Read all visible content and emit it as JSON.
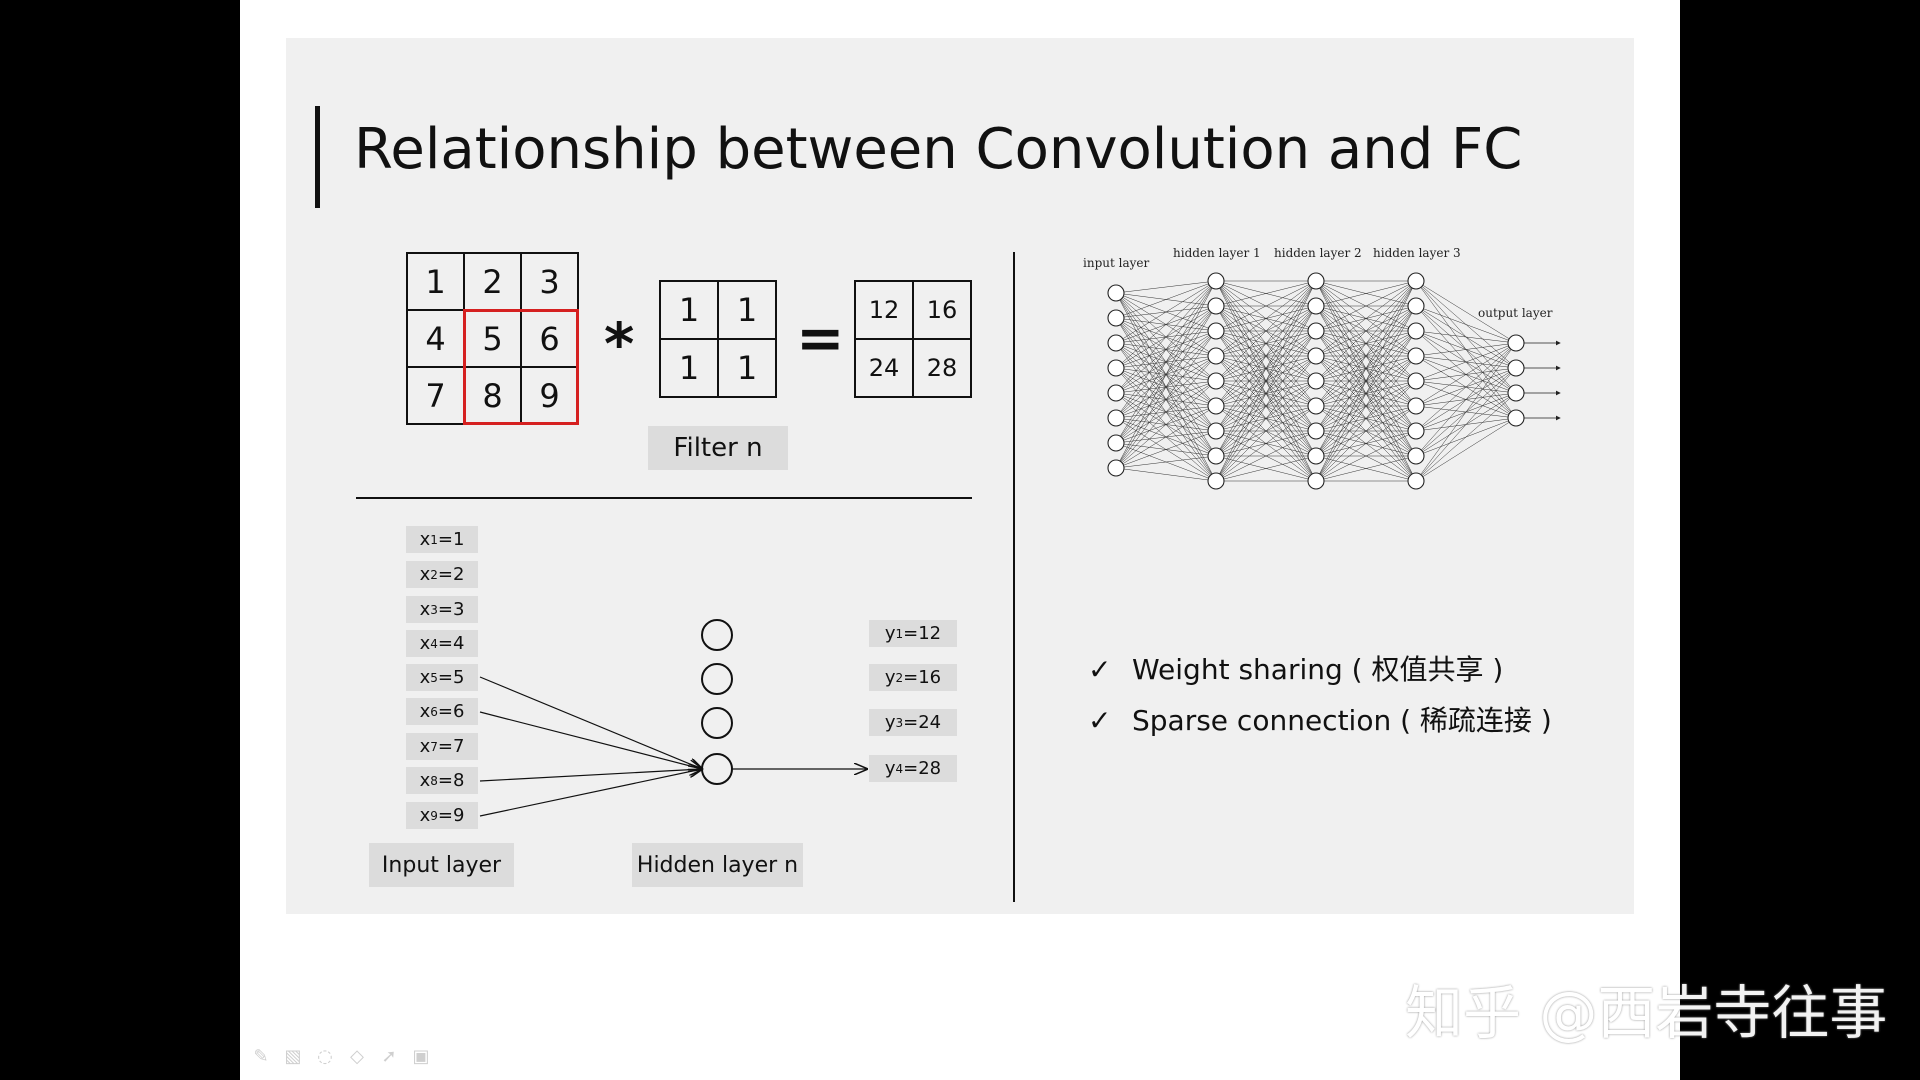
{
  "slide": {
    "title": "Relationship between Convolution and FC",
    "input_matrix": [
      [
        "1",
        "2",
        "3"
      ],
      [
        "4",
        "5",
        "6"
      ],
      [
        "7",
        "8",
        "9"
      ]
    ],
    "operator_conv": "*",
    "filter_matrix": [
      [
        "1",
        "1"
      ],
      [
        "1",
        "1"
      ]
    ],
    "operator_equals": "=",
    "output_matrix": [
      [
        "12",
        "16"
      ],
      [
        "24",
        "28"
      ]
    ],
    "filter_label": "Filter n",
    "inputs": [
      {
        "base": "x",
        "sub": "1",
        "val": "=1"
      },
      {
        "base": "x",
        "sub": "2",
        "val": "=2"
      },
      {
        "base": "x",
        "sub": "3",
        "val": "=3"
      },
      {
        "base": "x",
        "sub": "4",
        "val": "=4"
      },
      {
        "base": "x",
        "sub": "5",
        "val": "=5"
      },
      {
        "base": "x",
        "sub": "6",
        "val": "=6"
      },
      {
        "base": "x",
        "sub": "7",
        "val": "=7"
      },
      {
        "base": "x",
        "sub": "8",
        "val": "=8"
      },
      {
        "base": "x",
        "sub": "9",
        "val": "=9"
      }
    ],
    "outputs": [
      {
        "base": "y",
        "sub": "1",
        "val": "=12"
      },
      {
        "base": "y",
        "sub": "2",
        "val": "=16"
      },
      {
        "base": "y",
        "sub": "3",
        "val": "=24"
      },
      {
        "base": "y",
        "sub": "4",
        "val": "=28"
      }
    ],
    "input_layer_label": "Input layer",
    "hidden_layer_label": "Hidden layer n",
    "nn_labels": {
      "input": "input layer",
      "hidden1": "hidden layer 1",
      "hidden2": "hidden layer 2",
      "hidden3": "hidden layer 3",
      "output": "output layer"
    },
    "bullets": [
      {
        "mark": "✓",
        "text": "Weight sharing ( 权值共享 )"
      },
      {
        "mark": "✓",
        "text": "Sparse connection ( 稀疏连接 )"
      }
    ]
  },
  "watermark": "知乎 @西岩寺往事",
  "toolbar_icons": [
    "pen-icon",
    "image-icon",
    "ink-icon",
    "eraser-icon",
    "pointer-icon",
    "camera-icon"
  ]
}
